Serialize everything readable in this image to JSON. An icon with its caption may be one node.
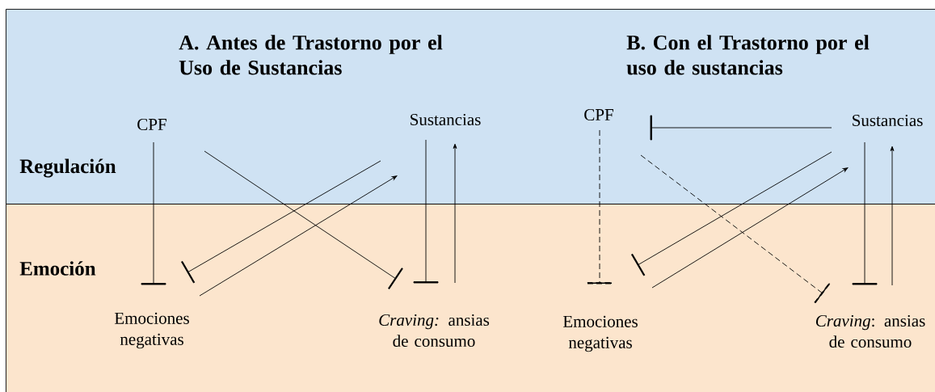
{
  "diagram": {
    "nodes": [
      {
        "text": [
          "Regulación"
        ]
      },
      {
        "text": [
          "Emoción"
        ]
      },
      {
        "text": [
          "CPF"
        ],
        "in": 0
      },
      {
        "text": [
          "Sustancias"
        ],
        "in": 0
      },
      {
        "text": [
          "Emociones negativas"
        ],
        "in": 1
      },
      {
        "text": [
          "*Craving:* ansias de consumo"
        ],
        "in": 1
      },
      {
        "text": [
          "CPF"
        ],
        "in": 0
      },
      {
        "text": [
          "Sustancias"
        ],
        "in": 0
      },
      {
        "text": [
          "Emociones negativas"
        ],
        "in": 1
      },
      {
        "text": [
          "*Craving*: ansias de consumo"
        ],
        "in": 1
      }
    ],
    "edges": [
      {
        "from": 2,
        "to": 4,
        "arrow": "other"
      },
      {
        "from": 2,
        "to": 5,
        "arrow": "other"
      },
      {
        "from": 3,
        "to": 4,
        "arrow": "other"
      },
      {
        "from": 4,
        "to": 3,
        "arrow": "to"
      },
      {
        "from": 3,
        "to": 5,
        "arrow": "other"
      },
      {
        "from": 5,
        "to": 3,
        "arrow": "to"
      },
      {
        "from": 6,
        "to": 8,
        "arrow": "other",
        "style": "dashed"
      },
      {
        "from": 6,
        "to": 9,
        "arrow": "other",
        "style": "dashed"
      },
      {
        "from": 7,
        "to": 6,
        "arrow": "other"
      },
      {
        "from": 7,
        "to": 8,
        "arrow": "other"
      },
      {
        "from": 8,
        "to": 7,
        "arrow": "to"
      },
      {
        "from": 7,
        "to": 9,
        "arrow": "other"
      },
      {
        "from": 9,
        "to": 7,
        "arrow": "to"
      }
    ],
    "labels": [
      "A. Antes de Trastorno por el Uso de Sustancias",
      "B. Con el Trastorno por el uso de sustancias"
    ]
  }
}
